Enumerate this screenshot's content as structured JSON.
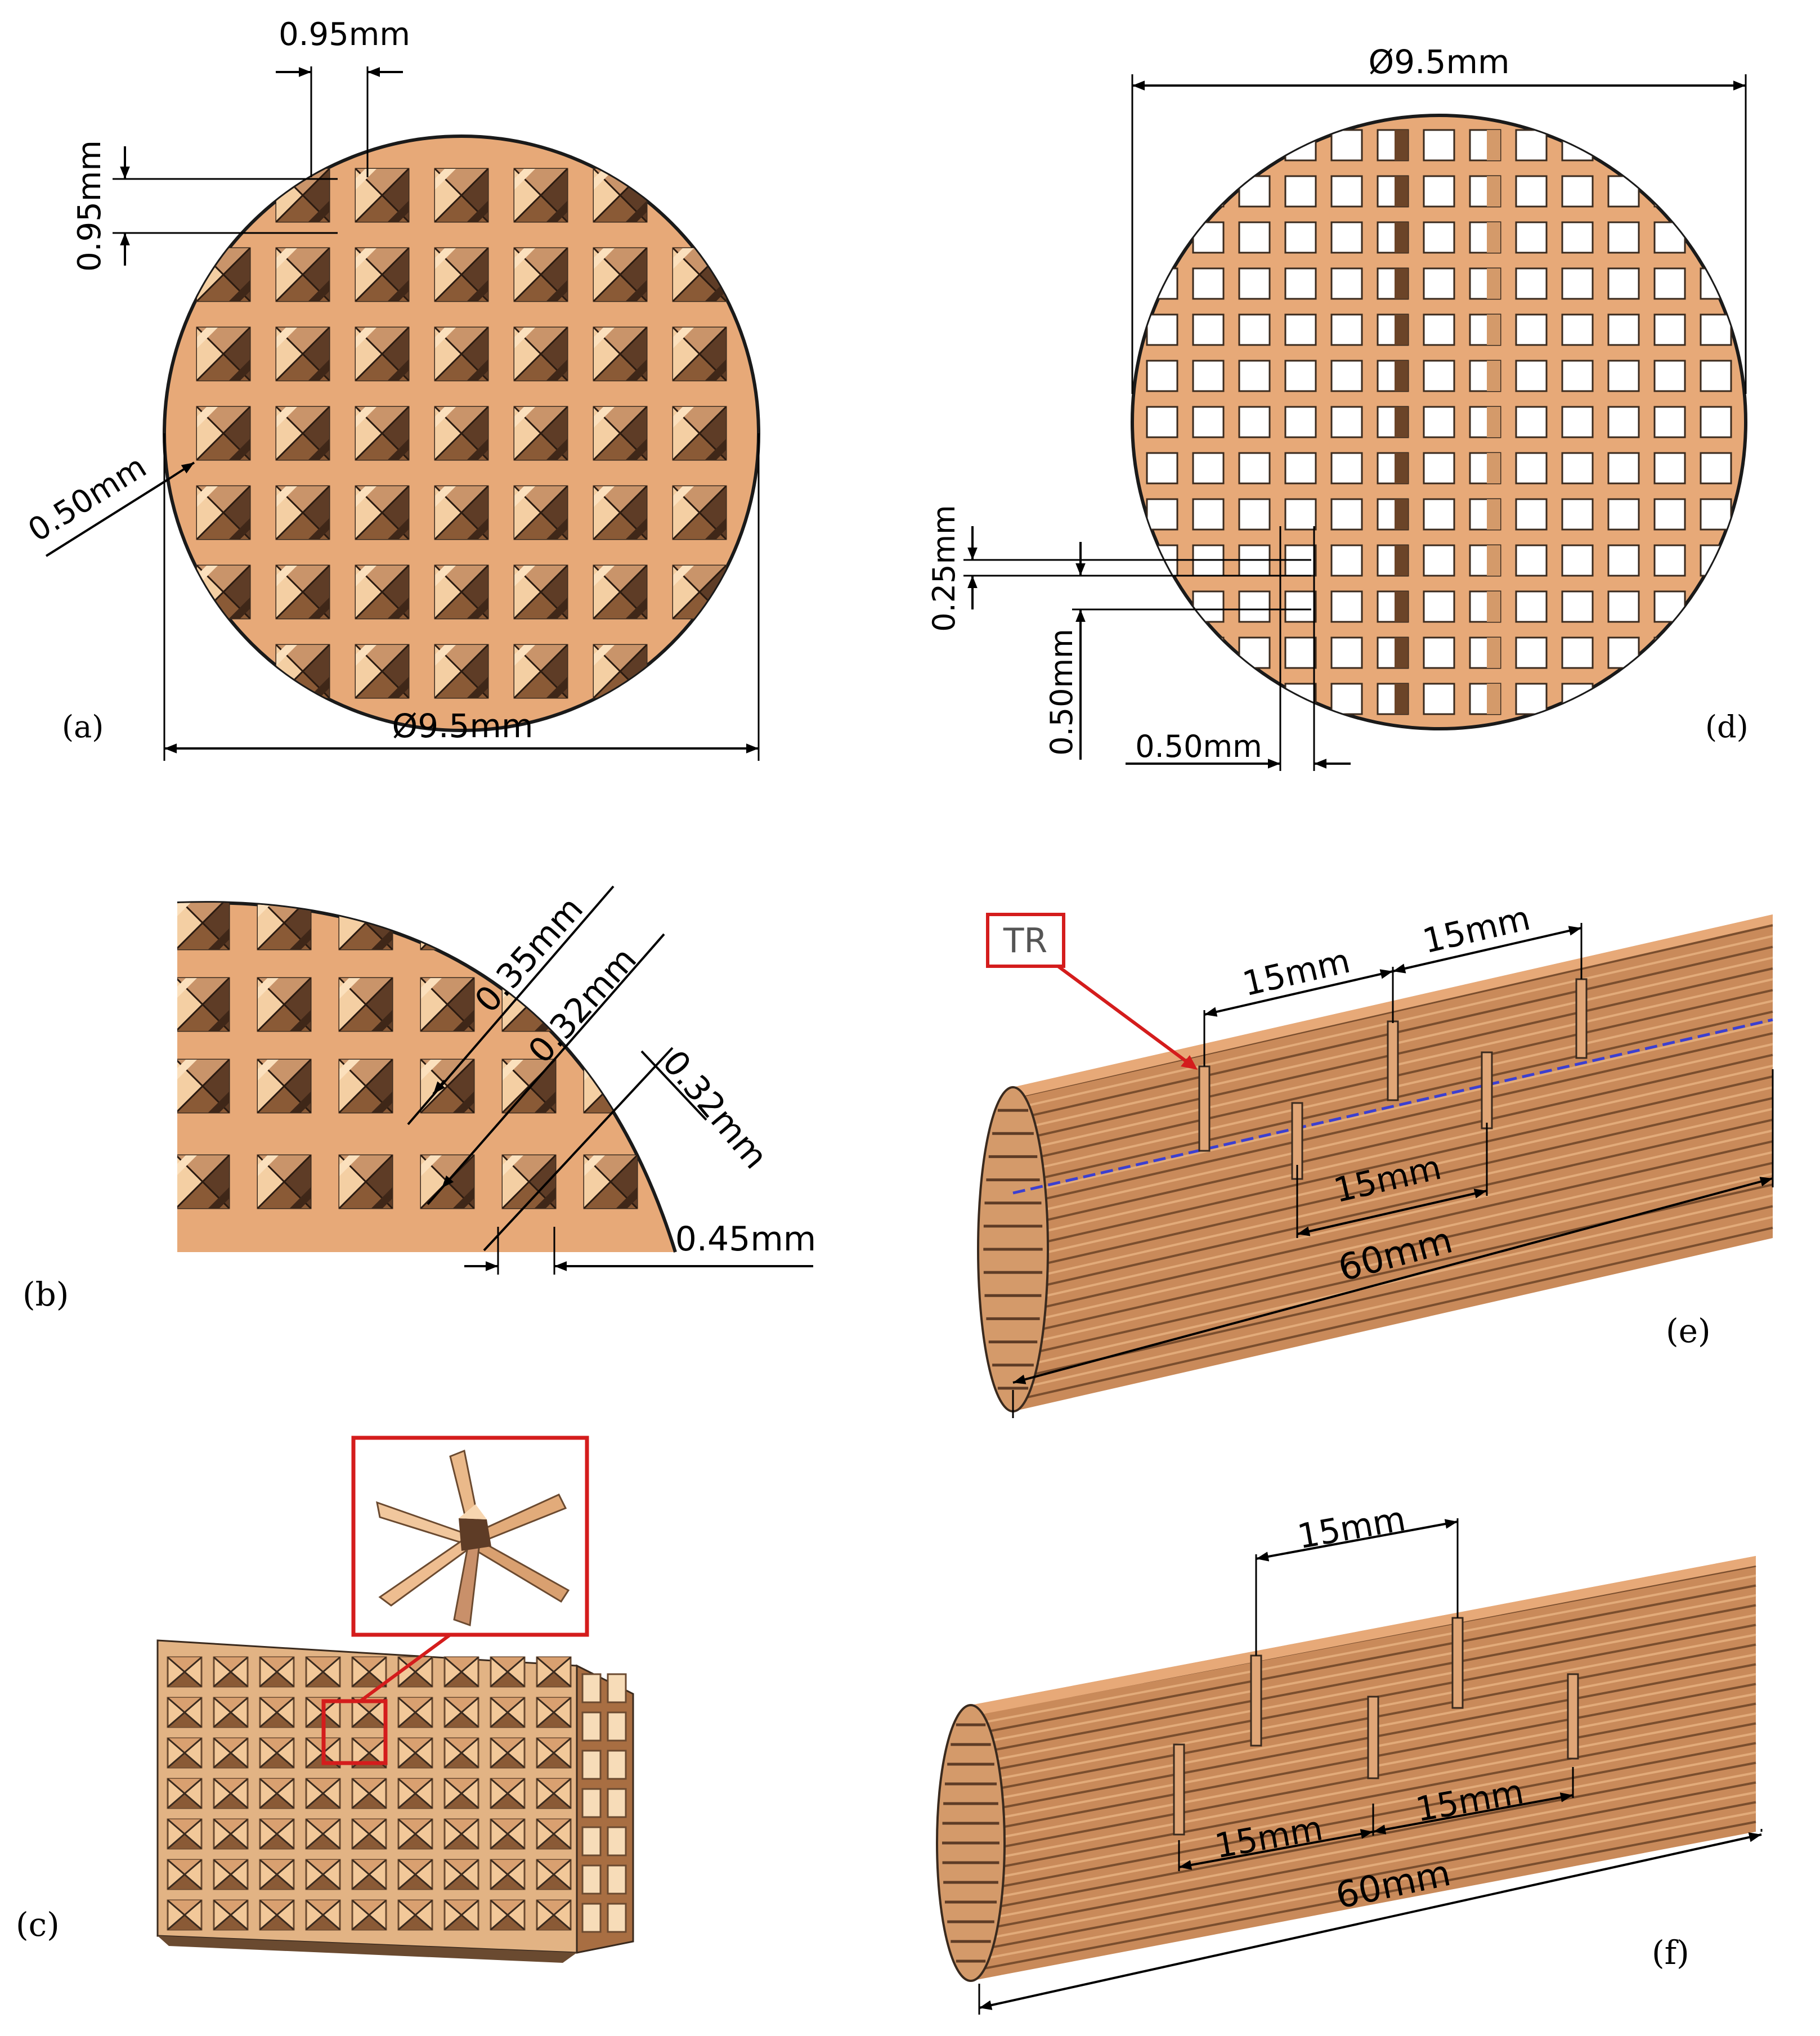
{
  "panels": {
    "a": {
      "label": "(a)",
      "dimensions": {
        "cell_width": "0.95mm",
        "cell_height": "0.95mm",
        "border": "0.50mm",
        "diameter": "Ø9.5mm"
      }
    },
    "b": {
      "label": "(b)",
      "dimensions": {
        "d1": "0.35mm",
        "d2": "0.32mm",
        "d3": "0.32mm",
        "d4": "0.45mm"
      }
    },
    "c": {
      "label": "(c)"
    },
    "d": {
      "label": "(d)",
      "dimensions": {
        "diameter": "Ø9.5mm",
        "strut": "0.25mm",
        "hole_height": "0.50mm",
        "hole_width": "0.50mm"
      }
    },
    "e": {
      "label": "(e)",
      "callout": "TR",
      "dimensions": {
        "top_left": "15mm",
        "top_right": "15mm",
        "bottom": "15mm",
        "total": "60mm"
      }
    },
    "f": {
      "label": "(f)",
      "dimensions": {
        "top": "15mm",
        "bottom_left": "15mm",
        "bottom_right": "15mm",
        "total": "60mm"
      }
    }
  },
  "colors": {
    "body": "#e7a978",
    "light_facet": "#f4cfa3",
    "mid_facet": "#c9946a",
    "dark_facet": "#5e3c26",
    "outline": "#1a1a1a",
    "callout_red": "#d41c1c",
    "axis_blue": "#3b3fd0"
  }
}
